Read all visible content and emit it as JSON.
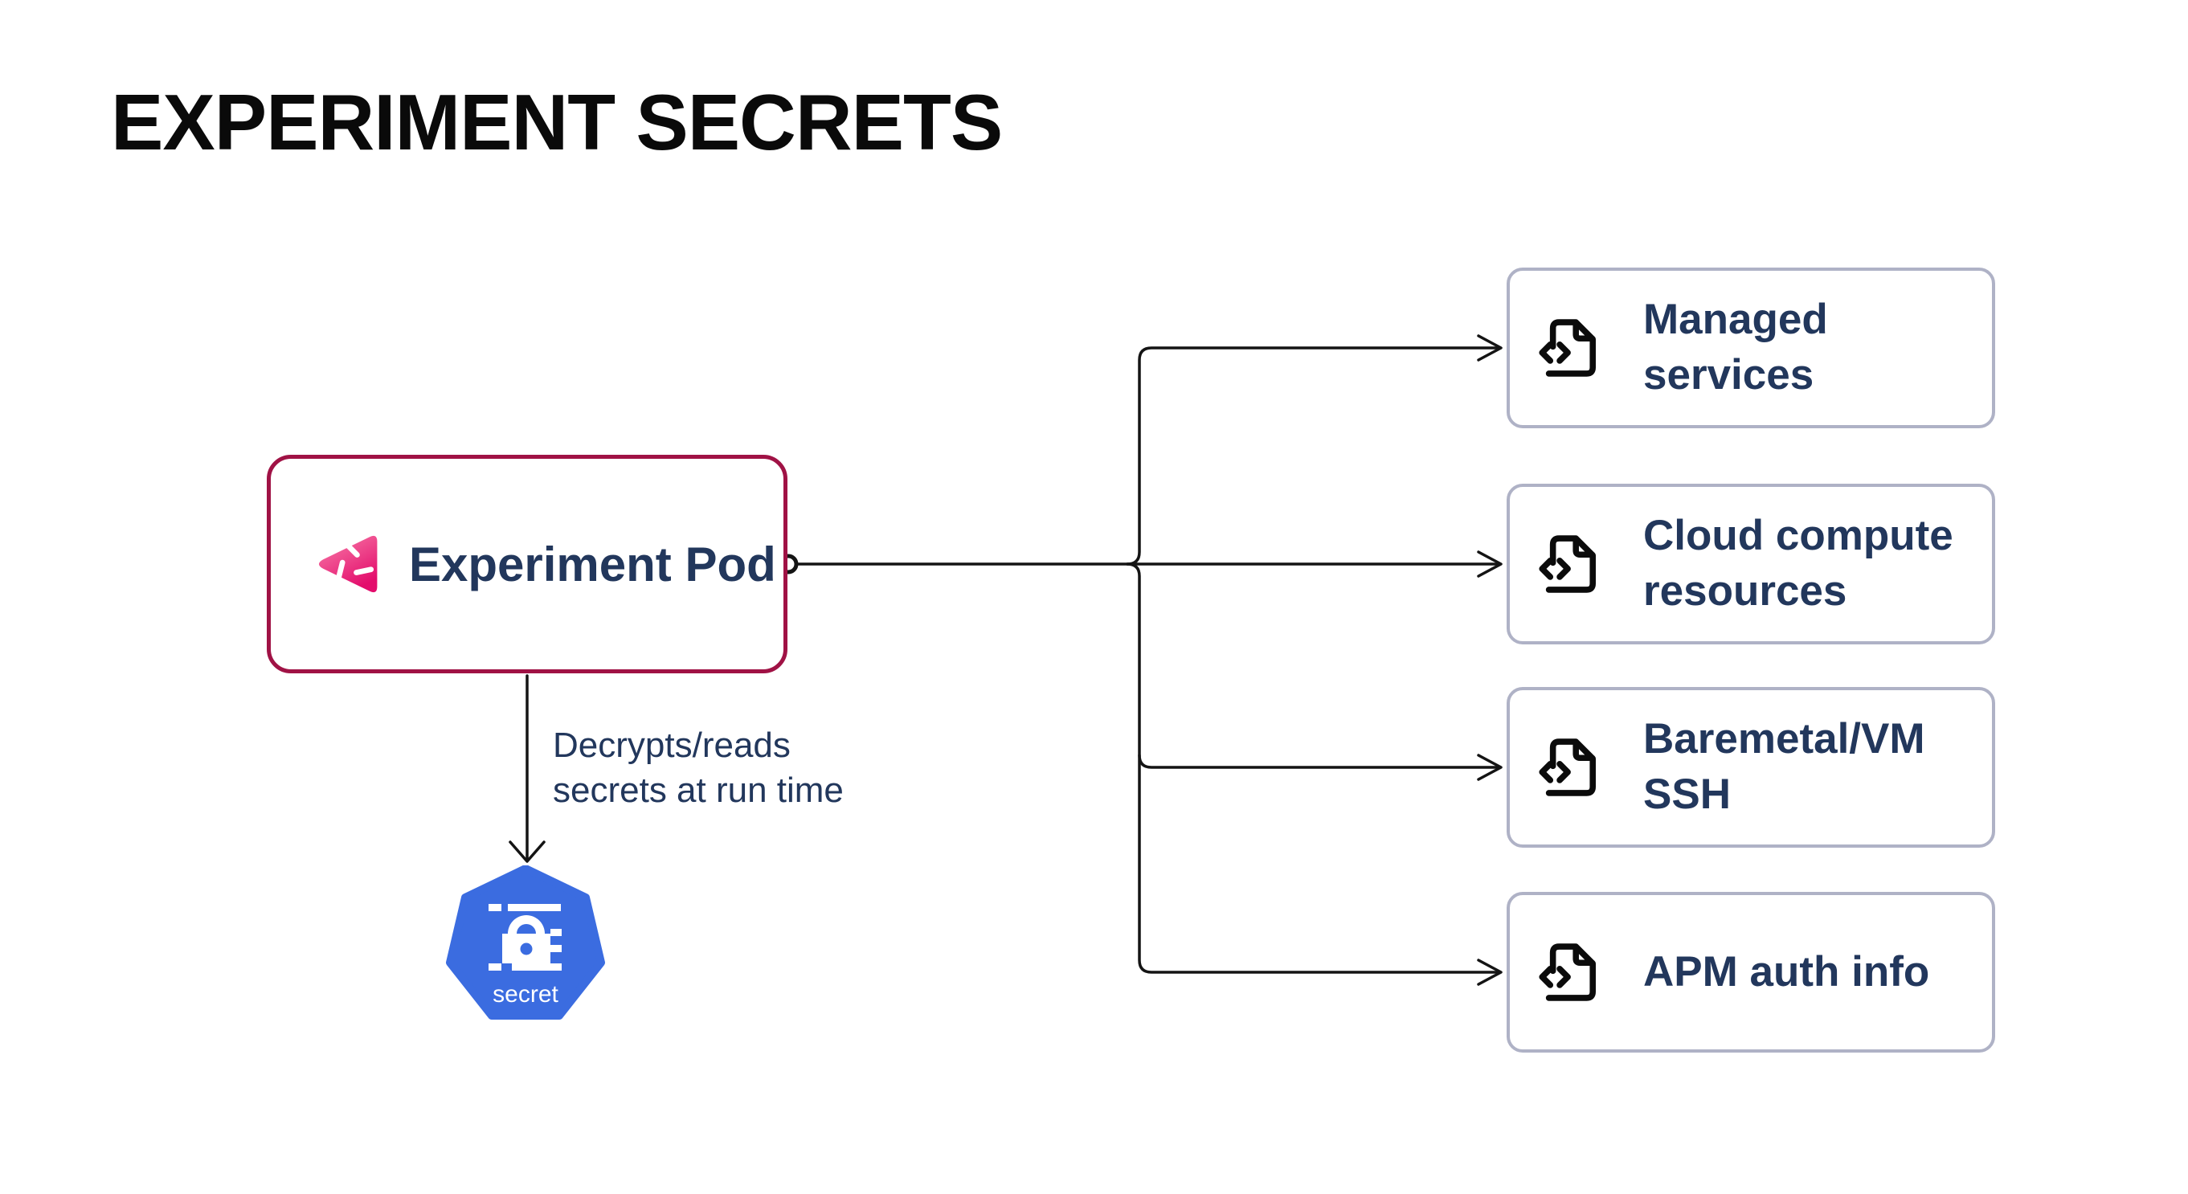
{
  "title": "EXPERIMENT SECRETS",
  "pod": {
    "label": "Experiment Pod",
    "icon": "litmus-chaos-logo",
    "border_color": "#A01245"
  },
  "flow_note": "Decrypts/reads\nsecrets at run time",
  "secret_node": {
    "label": "secret",
    "icon": "kubernetes-secret",
    "color": "#3B6CE0"
  },
  "targets": [
    {
      "label": "Managed\nservices",
      "icon": "file-code"
    },
    {
      "label": "Cloud compute\nresources",
      "icon": "file-code"
    },
    {
      "label": "Baremetal/VM\nSSH",
      "icon": "file-code"
    },
    {
      "label": "APM auth info",
      "icon": "file-code"
    }
  ],
  "colors": {
    "text_navy": "#22375C",
    "pod_border": "#A01245",
    "target_border": "#AFB2C6",
    "connector": "#141414",
    "kubernetes_blue": "#3B6CE0",
    "logo_pink_light": "#F980AB",
    "logo_pink_dark": "#E30D6C"
  }
}
